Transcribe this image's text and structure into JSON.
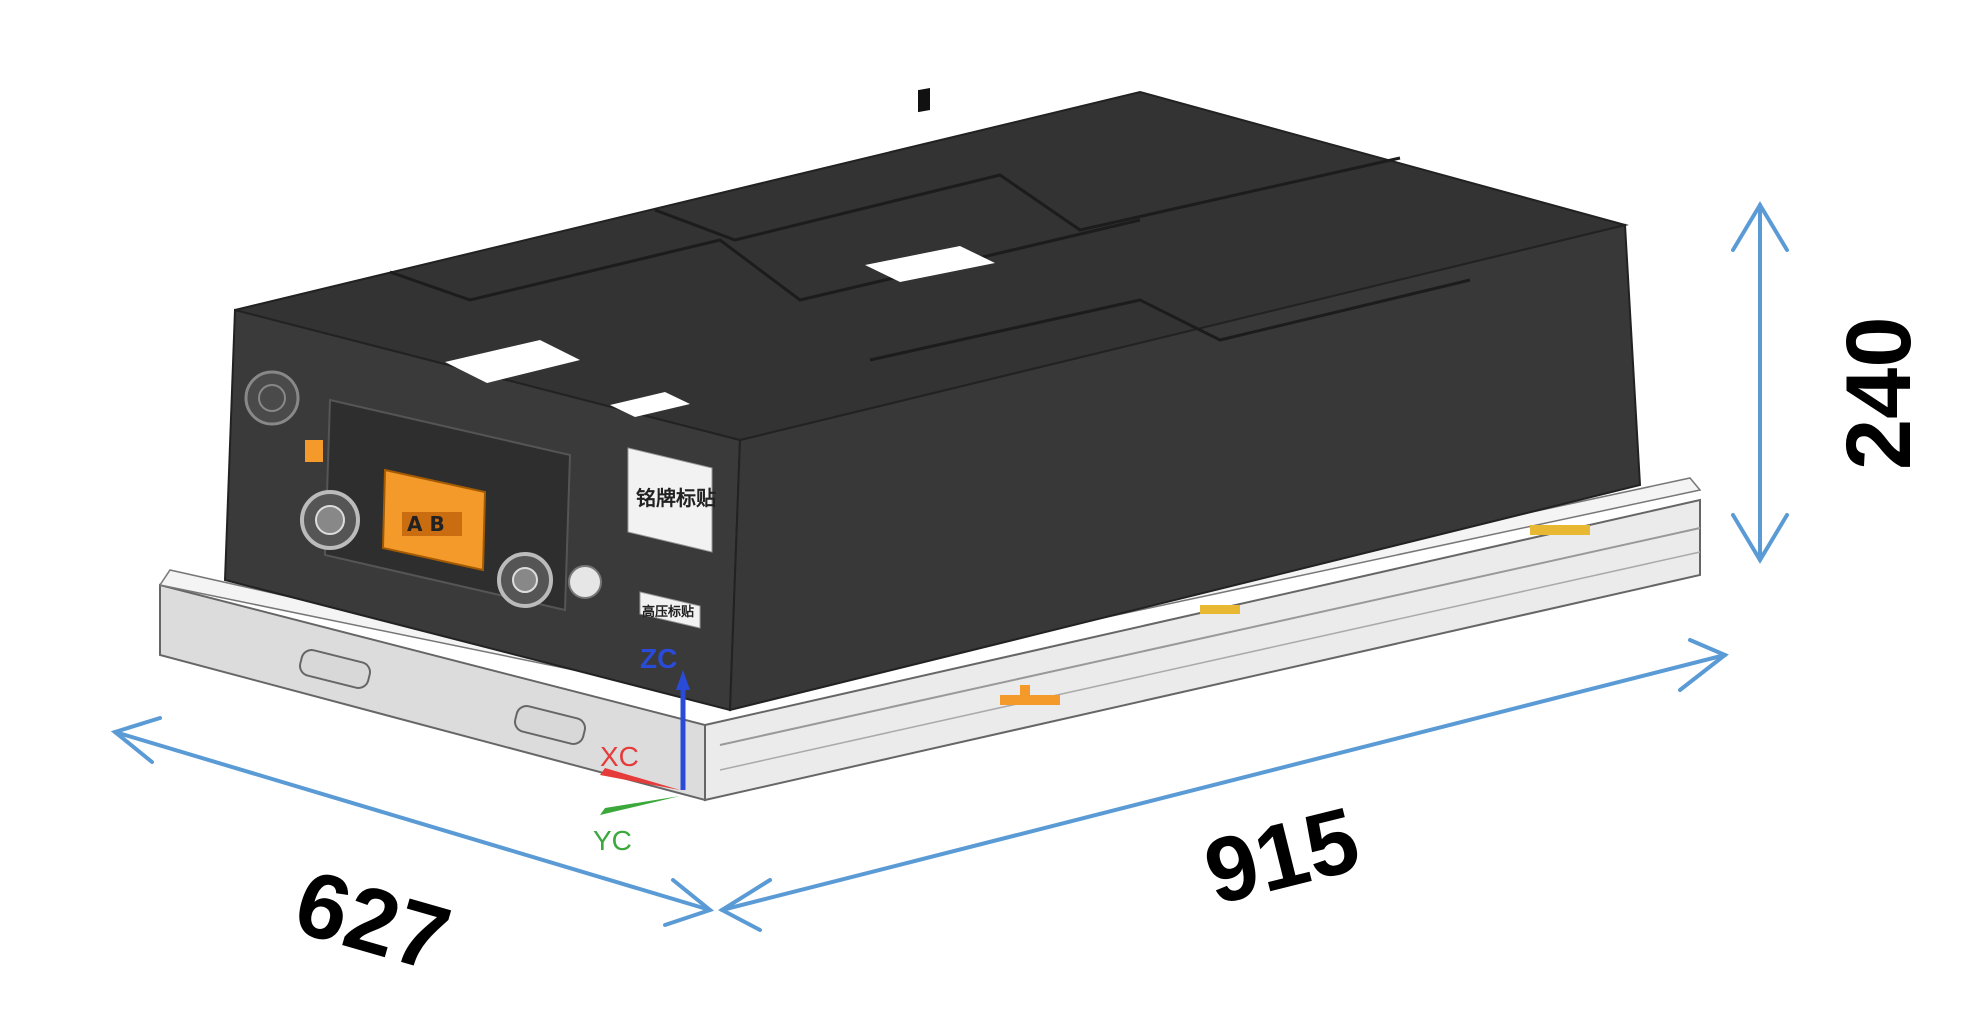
{
  "dimensions": {
    "width": "627",
    "length": "915",
    "height": "240"
  },
  "axes": {
    "x_label": "XC",
    "y_label": "YC",
    "z_label": "ZC"
  },
  "labels": {
    "side_label": "铭牌标贴",
    "small_label": "高压标贴",
    "connector_text": "A B"
  },
  "colors": {
    "dimension_arrow": "#5b9bd5",
    "housing": "#3a3a3a",
    "housing_top": "#333333",
    "tray": "#e8e8e8",
    "connector": "#f39a2a",
    "x_axis": "#e63b3b",
    "y_axis": "#3aa83a",
    "z_axis": "#2a4bd8"
  }
}
